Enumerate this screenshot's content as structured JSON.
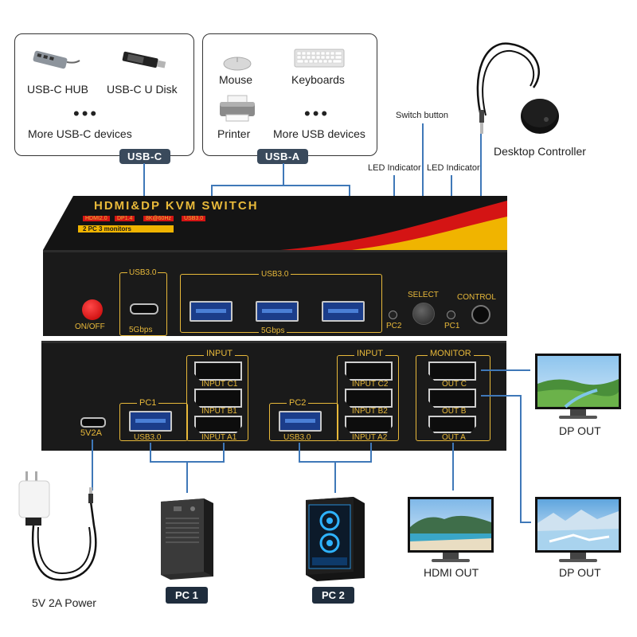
{
  "usbc_box": {
    "items": [
      "USB-C HUB",
      "USB-C U Disk"
    ],
    "more": "More USB-C devices",
    "dots": "•••",
    "tag": "USB-C"
  },
  "usba_box": {
    "items": [
      "Mouse",
      "Keyboards",
      "Printer"
    ],
    "more": "More USB devices",
    "dots": "•••",
    "tag": "USB-A"
  },
  "top_labels": {
    "switch_button": "Switch button",
    "led_indicator_left": "LED Indicator",
    "led_indicator_right": "LED Indicator",
    "desktop_controller": "Desktop Controller"
  },
  "device": {
    "title": "HDMI&DP KVM SWITCH",
    "specs": [
      "HDMI2.0",
      "DP1.4",
      "8K@60Hz",
      "USB3.0"
    ],
    "subtitle": "2 PC 3 monitors",
    "front": {
      "on_off": "ON/OFF",
      "usb30_left": "USB3.0",
      "speed_left": "5Gbps",
      "usb30_mid": "USB3.0",
      "speed_mid": "5Gbps",
      "select": "SELECT",
      "control": "CONTROL",
      "pc2": "PC2",
      "pc1": "PC1"
    },
    "rear": {
      "power": "5V2A",
      "pc1_tag": "PC1",
      "pc2_tag": "PC2",
      "input_left": "INPUT",
      "input_right": "INPUT",
      "monitor": "MONITOR",
      "input_c1": "INPUT C1",
      "input_b1": "INPUT B1",
      "input_a1": "INPUT A1",
      "input_c2": "INPUT C2",
      "input_b2": "INPUT B2",
      "input_a2": "INPUT A2",
      "usb30_pc1": "USB3.0",
      "usb30_pc2": "USB3.0",
      "out_c": "OUT C",
      "out_b": "OUT B",
      "out_a": "OUT A"
    }
  },
  "bottom": {
    "power_label": "5V 2A Power",
    "pc1": "PC 1",
    "pc2": "PC 2",
    "hdmi_out": "HDMI OUT",
    "dp_out_top": "DP OUT",
    "dp_out_bottom": "DP OUT"
  },
  "colors": {
    "tag_bg": "#3a4a5c",
    "gold": "#e8b93a",
    "line_blue": "#3f78b8",
    "device_body": "#1a1a1a"
  }
}
